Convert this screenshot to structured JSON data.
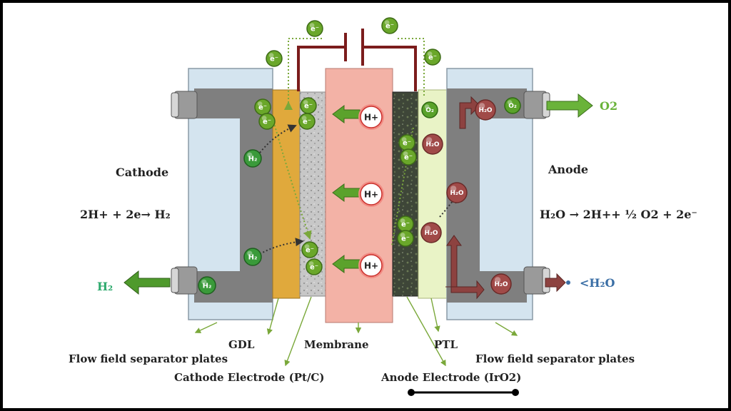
{
  "colors": {
    "frame": "#000000",
    "separator_plate": "#d4e4ef",
    "plate_channel": "#7f7f7f",
    "gdl": "#e0a93c",
    "catalyst": "#bdbdbd",
    "membrane": "#f3b2a6",
    "anode_electrode": "#3d4536",
    "ptl": "#e9f3c6",
    "wire": "#7b1c1c",
    "electron": "#6aa72a",
    "hydrogen": "#3a9a3a",
    "water": "#a04a48",
    "arrow_green": "#5ba22c",
    "arrow_brown": "#8d4240"
  },
  "labels": {
    "cathode": "Cathode",
    "anode": "Anode",
    "cathode_reaction": "2H+ + 2e→ H₂",
    "anode_reaction": "H₂O → 2H++ ½ O2 + 2e⁻",
    "gdl": "GDL",
    "membrane": "Membrane",
    "ptl": "PTL",
    "flow_left": "Flow field separator plates",
    "flow_right": "Flow field separator plates",
    "cathode_electrode": "Cathode Electrode (Pt/C)",
    "anode_electrode": "Anode Electrode (IrO2)",
    "h2_out": "H₂",
    "o2_out": "O2",
    "h2o_in": "<H₂O"
  },
  "ions": {
    "electron": "e⁻",
    "proton": "H+",
    "hydrogen": "H₂",
    "oxygen": "O₂",
    "water": "H₂O"
  }
}
